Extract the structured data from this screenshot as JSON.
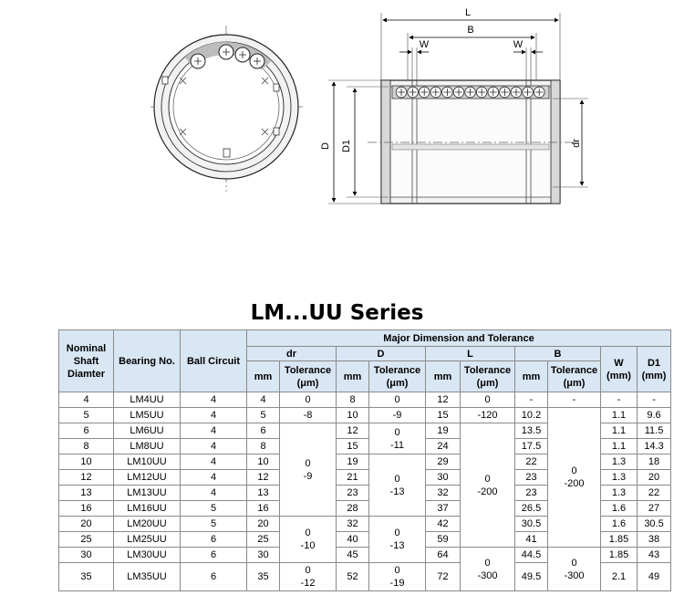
{
  "drawing": {
    "labels": {
      "L": "L",
      "B": "B",
      "W_left": "W",
      "W_right": "W",
      "D": "D",
      "D1": "D1",
      "dr": "dr"
    }
  },
  "series_title": "LM...UU Series",
  "table": {
    "headers": {
      "nominal": "Nominal Shaft Diamter",
      "bearing_no": "Bearing No.",
      "ball_circuit": "Ball Circuit",
      "major": "Major Dimension and Tolerance",
      "dr": "dr",
      "D": "D",
      "L": "L",
      "B": "B",
      "W": "W (mm)",
      "D1": "D1 (mm)",
      "mm": "mm",
      "tolerance": "Tolerance (μm)"
    },
    "rows": [
      {
        "shaft": "4",
        "bearing": "LM4UU",
        "circuit": "4",
        "dr": "4",
        "D": "8",
        "L": "12",
        "B": "-",
        "Btol": "-",
        "W": "-",
        "D1": "-"
      },
      {
        "shaft": "5",
        "bearing": "LM5UU",
        "circuit": "4",
        "dr": "5",
        "D": "10",
        "L": "15",
        "B": "10.2",
        "W": "1.1",
        "D1": "9.6"
      },
      {
        "shaft": "6",
        "bearing": "LM6UU",
        "circuit": "4",
        "dr": "6",
        "D": "12",
        "L": "19",
        "B": "13.5",
        "W": "1.1",
        "D1": "11.5"
      },
      {
        "shaft": "8",
        "bearing": "LM8UU",
        "circuit": "4",
        "dr": "8",
        "D": "15",
        "L": "24",
        "B": "17.5",
        "W": "1.1",
        "D1": "14.3"
      },
      {
        "shaft": "10",
        "bearing": "LM10UU",
        "circuit": "4",
        "dr": "10",
        "D": "19",
        "L": "29",
        "B": "22",
        "W": "1.3",
        "D1": "18"
      },
      {
        "shaft": "12",
        "bearing": "LM12UU",
        "circuit": "4",
        "dr": "12",
        "D": "21",
        "L": "30",
        "B": "23",
        "W": "1.3",
        "D1": "20"
      },
      {
        "shaft": "13",
        "bearing": "LM13UU",
        "circuit": "4",
        "dr": "13",
        "D": "23",
        "L": "32",
        "B": "23",
        "W": "1.3",
        "D1": "22"
      },
      {
        "shaft": "16",
        "bearing": "LM16UU",
        "circuit": "5",
        "dr": "16",
        "D": "28",
        "L": "37",
        "B": "26.5",
        "W": "1.6",
        "D1": "27"
      },
      {
        "shaft": "20",
        "bearing": "LM20UU",
        "circuit": "5",
        "dr": "20",
        "D": "32",
        "L": "42",
        "B": "30.5",
        "W": "1.6",
        "D1": "30.5"
      },
      {
        "shaft": "25",
        "bearing": "LM25UU",
        "circuit": "6",
        "dr": "25",
        "D": "40",
        "L": "59",
        "B": "41",
        "W": "1.85",
        "D1": "38"
      },
      {
        "shaft": "30",
        "bearing": "LM30UU",
        "circuit": "6",
        "dr": "30",
        "D": "45",
        "L": "64",
        "B": "44.5",
        "W": "1.85",
        "D1": "43"
      },
      {
        "shaft": "35",
        "bearing": "LM35UU",
        "circuit": "6",
        "dr": "35",
        "D": "52",
        "L": "72",
        "B": "49.5",
        "W": "2.1",
        "D1": "49"
      }
    ],
    "tolerances": {
      "dr_r1": "0",
      "dr_r2": "-8",
      "dr_g1a": "0",
      "dr_g1b": "-9",
      "dr_g2a": "0",
      "dr_g2b": "-10",
      "dr_g3a": "0",
      "dr_g3b": "-12",
      "D_r1": "0",
      "D_r2": "-9",
      "D_g1a": "0",
      "D_g1b": "-11",
      "D_g2a": "0",
      "D_g2b": "-13",
      "D_g3a": "0",
      "D_g3b": "-13",
      "D_g4a": "0",
      "D_g4b": "-19",
      "L_r1": "0",
      "L_r2": "-120",
      "L_g1a": "0",
      "L_g1b": "-200",
      "L_g2a": "0",
      "L_g2b": "-300",
      "B_g1a": "0",
      "B_g1b": "-200",
      "B_g2a": "0",
      "B_g2b": "-300"
    }
  }
}
